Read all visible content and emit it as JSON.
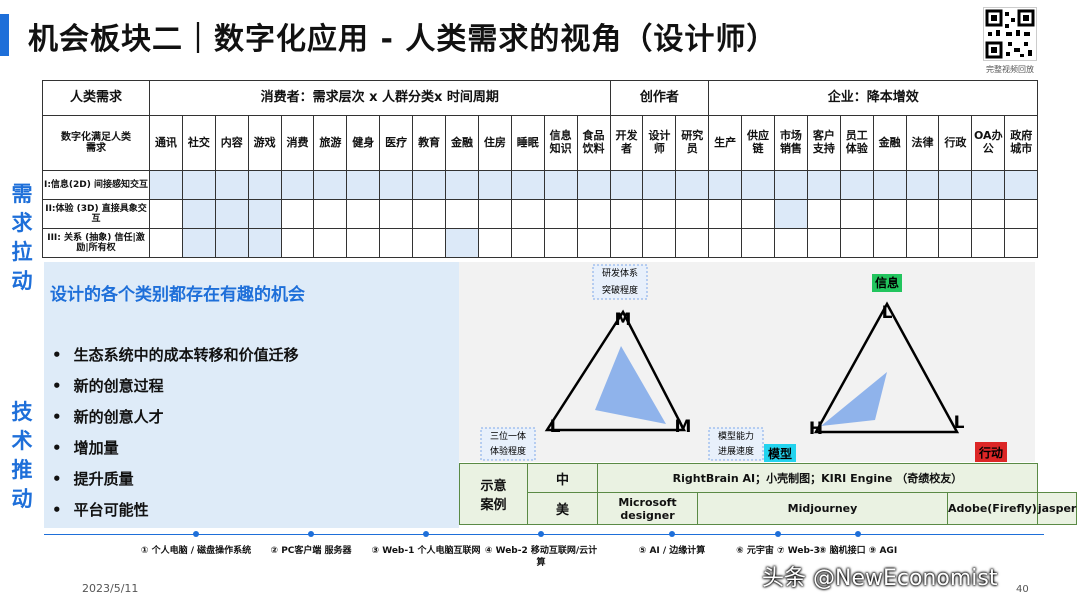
{
  "title": "机会板块二｜数字化应用 - 人类需求的视角（设计师）",
  "qr_caption": "完整视频回放",
  "table": {
    "corner_header": "人类需求",
    "group_headers": [
      {
        "label": "消费者：需求层次 x 人群分类x 时间周期",
        "span": 14
      },
      {
        "label": "创作者",
        "span": 3
      },
      {
        "label": "企业：降本增效",
        "span": 10
      }
    ],
    "row_label_header": "数字化满足人类需求",
    "categories": [
      "通讯",
      "社交",
      "内容",
      "游戏",
      "消费",
      "旅游",
      "健身",
      "医疗",
      "教育",
      "金融",
      "住房",
      "睡眠",
      "信息知识",
      "食品饮料",
      "开发者",
      "设计师",
      "研究员",
      "生产",
      "供应链",
      "市场销售",
      "客户支持",
      "员工体验",
      "金融",
      "法律",
      "行政",
      "OA办公",
      "政府城市"
    ],
    "levels": [
      {
        "label": "I:信息(2D) 间接感知交互",
        "highlight": [
          0,
          1,
          2,
          3,
          4,
          5,
          6,
          7,
          8,
          9,
          10,
          11,
          12,
          13,
          14,
          15,
          16,
          17,
          18,
          19,
          20,
          21,
          22,
          23,
          24,
          25,
          26
        ]
      },
      {
        "label": "II:体验 (3D) 直接具象交互",
        "highlight": [
          1,
          2,
          3,
          19
        ]
      },
      {
        "label": "III: 关系 (抽象) 信任|激励|所有权",
        "highlight": [
          1,
          2,
          3,
          9
        ]
      }
    ]
  },
  "side_labels": {
    "top": "需求拉动",
    "bottom": "技术推动"
  },
  "panel": {
    "title": "设计的各个类别都存在有趣的机会",
    "bullets": [
      "生态系统中的成本转移和价值迁移",
      "新的创意过程",
      "新的创意人才",
      "增加量",
      "提升质量",
      "平台可能性"
    ]
  },
  "diagram": {
    "left": {
      "top_caption": "研发体系突破程度",
      "left_caption": "三位一体体验程度",
      "top_letter": "M",
      "left_letter": "L",
      "right_letter": "M"
    },
    "right": {
      "top_tag": "信息",
      "left_tag": "模型",
      "right_tag": "行动",
      "left_caption": "模型能力进展速度",
      "top_letter": "L",
      "left_letter": "H",
      "right_letter": "L"
    }
  },
  "examples": {
    "label": "示意案例",
    "row_cn": {
      "label": "中",
      "text": "RightBrain AI；小壳制图；KIRI Engine （奇绩校友）"
    },
    "row_us": {
      "label": "美",
      "items": [
        "Microsoft designer",
        "Midjourney",
        "Adobe(Firefly)",
        "jasper"
      ]
    }
  },
  "timeline": [
    {
      "label": "① 个人电脑 / 磁盘操作系统"
    },
    {
      "label": "② PC客户端 服务器"
    },
    {
      "label": "③ Web-1 个人电脑互联网"
    },
    {
      "label": "④ Web-2 移动互联网/云计算"
    },
    {
      "label": "⑤ AI / 边缘计算"
    },
    {
      "label": "⑥ 元宇宙 ⑦ Web-3"
    },
    {
      "label": "⑧ 脑机接口 ⑨ AGI"
    }
  ],
  "footer": {
    "date": "2023/5/11",
    "page": "40",
    "watermark": "头条 @NewEconomist"
  },
  "colors": {
    "accent": "#1e6fd9",
    "highlight": "#dce9f8",
    "panel": "#deebf8",
    "diagram_fill": "#7ea8ea",
    "tag_green": "#22c55e",
    "tag_cyan": "#22d3ee",
    "tag_red": "#dc2626"
  }
}
